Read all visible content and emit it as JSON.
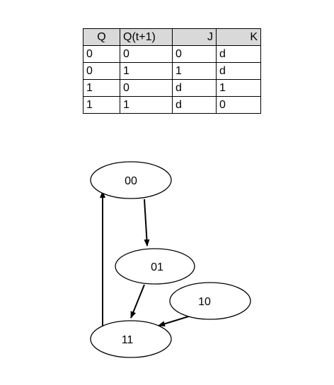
{
  "table": {
    "headers": [
      "Q",
      "Q(t+1)",
      "J",
      "K"
    ],
    "rows": [
      [
        "0",
        "0",
        "0",
        "d"
      ],
      [
        "0",
        "1",
        "1",
        "d"
      ],
      [
        "1",
        "0",
        "d",
        "1"
      ],
      [
        "1",
        "1",
        "d",
        "0"
      ]
    ]
  },
  "diagram": {
    "nodes": [
      {
        "label": "00"
      },
      {
        "label": "01"
      },
      {
        "label": "10"
      },
      {
        "label": "11"
      }
    ],
    "edges": [
      {
        "from": "00",
        "to": "01"
      },
      {
        "from": "01",
        "to": "11"
      },
      {
        "from": "10",
        "to": "11"
      },
      {
        "from": "11",
        "to": "00"
      }
    ]
  }
}
